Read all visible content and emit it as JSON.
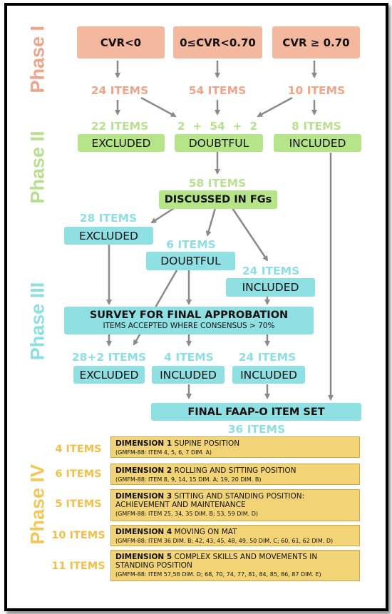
{
  "phases": {
    "p1": "Phase I",
    "p2": "Phase II",
    "p3": "Phase III",
    "p4": "Phase IV"
  },
  "phase1": {
    "boxes": [
      "CVR<0",
      "0≤CVR<0.70",
      "CVR ≥ 0.70"
    ],
    "counts": [
      "24 ITEMS",
      "54 ITEMS",
      "10 ITEMS"
    ]
  },
  "phase2": {
    "count_excluded": "22 ITEMS",
    "count_doubtful": "2  +  54  +  2",
    "count_included": "8 ITEMS",
    "excluded": "EXCLUDED",
    "doubtful": "DOUBTFUL",
    "included": "INCLUDED",
    "discussed_count": "58 ITEMS",
    "discussed": "DISCUSSED IN FGs"
  },
  "phase3": {
    "excluded_count": "28 ITEMS",
    "excluded": "EXCLUDED",
    "doubtful_count": "6 ITEMS",
    "doubtful": "DOUBTFUL",
    "included_count": "24 ITEMS",
    "included": "INCLUDED",
    "survey_title": "SURVEY FOR FINAL APPROBATION",
    "survey_sub": "ITEMS ACCEPTED WHERE CONSENSUS > 70%",
    "out_counts": [
      "28+2 ITEMS",
      "4 ITEMS",
      "24 ITEMS"
    ],
    "out_labels": [
      "EXCLUDED",
      "INCLUDED",
      "INCLUDED"
    ],
    "final": "FINAL FAAP-O ITEM SET",
    "final_count": "36 ITEMS"
  },
  "phase4": {
    "dimensions": [
      {
        "count": "4 ITEMS",
        "name": "DIMENSION 1",
        "title": " SUPINE POSITION",
        "note": "(GMFM-88: ITEM 4, 5, 6, 7 DIM. A)"
      },
      {
        "count": "6 ITEMS",
        "name": "DIMENSION 2",
        "title": " ROLLING AND SITTING POSITION",
        "note": "(GMFM-88: ITEM 8, 9, 14, 15 DIM. A; 19, 20 DIM. B)"
      },
      {
        "count": "5 ITEMS",
        "name": "DIMENSION 3",
        "title": " SITTING AND STANDING POSITION: ACHIEVEMENT AND MAINTENANCE",
        "note": "(GMFM-88: ITEM 25, 34, 35 DIM. B; 53, 59 DIM. D)"
      },
      {
        "count": "10 ITEMS",
        "name": "DIMENSION 4",
        "title": " MOVING ON MAT",
        "note": "(GMFM-88: ITEM 36 DIM. B; 42, 43, 45, 48, 49, 50 DIM. C; 60, 61, 62 DIM. D)"
      },
      {
        "count": "11 ITEMS",
        "name": "DIMENSION 5",
        "title": " COMPLEX SKILLS AND MOVEMENTS IN STANDING POSITION",
        "note": "(GMFM-88: ITEM 57,58 DIM. D; 68, 70, 74, 77, 81, 84, 85, 86, 87 DIM. E)"
      }
    ]
  },
  "colors": {
    "phase1": "#f0a48a",
    "phase2": "#b8e08f",
    "phase3": "#8ddfe3",
    "phase4": "#f2c85a",
    "arrow": "#8a8a8a"
  }
}
